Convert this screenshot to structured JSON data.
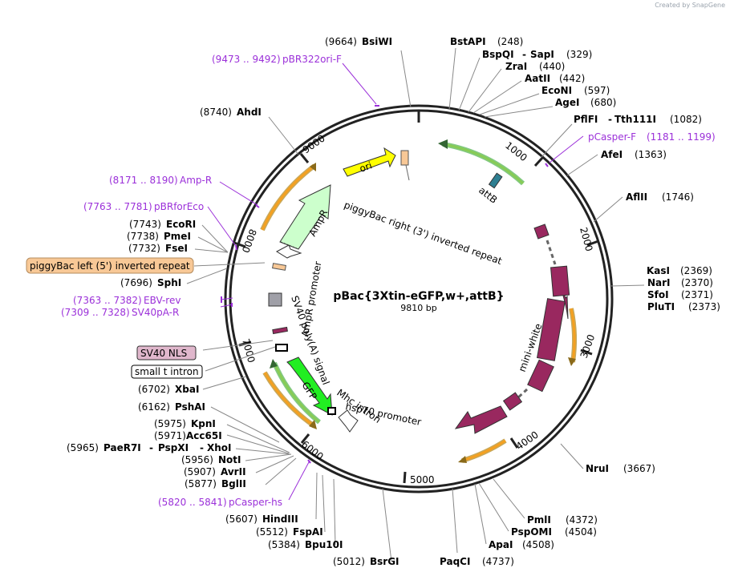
{
  "credit": "Created by SnapGene",
  "plasmid": {
    "name": "pBac{3Xtin-eGFP,w+,attB}",
    "size": "9810 bp",
    "total_bp": 9810
  },
  "ticks": [
    "1000",
    "2000",
    "3000",
    "4000",
    "5000",
    "6000",
    "7000",
    "8000",
    "9000"
  ],
  "colors": {
    "primer": "#9b30d9",
    "ori": "#ffff00",
    "ampr": "#ccffcc",
    "gfp": "#22ee22",
    "miniwhite": "#99285f",
    "attb": "#2e7f92",
    "itr": "#f8c896",
    "ruler": "#222222"
  },
  "features": [
    {
      "id": "ori",
      "label": "ori"
    },
    {
      "id": "attb",
      "label": "attB"
    },
    {
      "id": "itr-right",
      "label": "piggyBac right (3') inverted repeat"
    },
    {
      "id": "ampr",
      "label": "AmpR"
    },
    {
      "id": "ampr-promoter",
      "label": "AmpR promoter"
    },
    {
      "id": "sv40-polya",
      "label": "SV40 poly(A) signal"
    },
    {
      "id": "gfp",
      "label": "GFP"
    },
    {
      "id": "mhc-intron",
      "label": "Mhc intron"
    },
    {
      "id": "hsp70",
      "label": "hsp70 promoter"
    },
    {
      "id": "mini-white",
      "label": "mini-white"
    }
  ],
  "sites": [
    {
      "id": "bsiwi",
      "pos": "(9664)",
      "name": "BsiWI"
    },
    {
      "id": "bstapi",
      "name": "BstAPI",
      "pos": "(248)"
    },
    {
      "id": "bspqi",
      "name": "BspQI",
      "name2": "SapI",
      "pos": "(329)"
    },
    {
      "id": "zrai",
      "name": "ZraI",
      "pos": "(440)"
    },
    {
      "id": "aatii",
      "name": "AatII",
      "pos": "(442)"
    },
    {
      "id": "econi",
      "name": "EcoNI",
      "pos": "(597)"
    },
    {
      "id": "agei",
      "name": "AgeI",
      "pos": "(680)"
    },
    {
      "id": "pflfi",
      "name": "PflFI",
      "name2": "Tth111I",
      "pos": "(1082)"
    },
    {
      "id": "afei",
      "name": "AfeI",
      "pos": "(1363)"
    },
    {
      "id": "aflii",
      "name": "AflII",
      "pos": "(1746)"
    },
    {
      "id": "kasi",
      "name": "KasI",
      "pos": "(2369)"
    },
    {
      "id": "nari",
      "name": "NarI",
      "pos": "(2370)"
    },
    {
      "id": "sfoi",
      "name": "SfoI",
      "pos": "(2371)"
    },
    {
      "id": "pluti",
      "name": "PluTI",
      "pos": "(2373)"
    },
    {
      "id": "nrui",
      "name": "NruI",
      "pos": "(3667)"
    },
    {
      "id": "pmli",
      "name": "PmlI",
      "pos": "(4372)"
    },
    {
      "id": "pspomi",
      "name": "PspOMI",
      "pos": "(4504)"
    },
    {
      "id": "apai",
      "name": "ApaI",
      "pos": "(4508)"
    },
    {
      "id": "paqci",
      "name": "PaqCI",
      "pos": "(4737)"
    },
    {
      "id": "bsrgi",
      "pos": "(5012)",
      "name": "BsrGI"
    },
    {
      "id": "bpu10i",
      "pos": "(5384)",
      "name": "Bpu10I"
    },
    {
      "id": "fspai",
      "pos": "(5512)",
      "name": "FspAI"
    },
    {
      "id": "hindiii",
      "pos": "(5607)",
      "name": "HindIII"
    },
    {
      "id": "bglii",
      "pos": "(5877)",
      "name": "BglII"
    },
    {
      "id": "avrii",
      "pos": "(5907)",
      "name": "AvrII"
    },
    {
      "id": "noti",
      "pos": "(5956)",
      "name": "NotI"
    },
    {
      "id": "paer7i",
      "pos": "(5965)",
      "name": "PaeR7I",
      "name2": "PspXI",
      "name3": "XhoI"
    },
    {
      "id": "acc65i",
      "pos": "(5971)",
      "name": "Acc65I"
    },
    {
      "id": "kpni",
      "pos": "(5975)",
      "name": "KpnI"
    },
    {
      "id": "pshai",
      "pos": "(6162)",
      "name": "PshAI"
    },
    {
      "id": "xbai",
      "pos": "(6702)",
      "name": "XbaI"
    },
    {
      "id": "sphi",
      "pos": "(7696)",
      "name": "SphI"
    },
    {
      "id": "fsei",
      "pos": "(7732)",
      "name": "FseI"
    },
    {
      "id": "pmei",
      "pos": "(7738)",
      "name": "PmeI"
    },
    {
      "id": "ecori",
      "pos": "(7743)",
      "name": "EcoRI"
    },
    {
      "id": "ahdi",
      "pos": "(8740)",
      "name": "AhdI"
    }
  ],
  "primers": [
    {
      "id": "pbr322ori-f",
      "range": "(9473 .. 9492)",
      "name": "pBR322ori-F"
    },
    {
      "id": "pcasper-f",
      "name": "pCasper-F",
      "range": "(1181 .. 1199)"
    },
    {
      "id": "amp-r",
      "range": "(8171 .. 8190)",
      "name": "Amp-R"
    },
    {
      "id": "pbrforeco",
      "range": "(7763 .. 7781)",
      "name": "pBRforEco"
    },
    {
      "id": "ebv-rev",
      "range": "(7363 .. 7382)",
      "name": "EBV-rev"
    },
    {
      "id": "sv40pa-r",
      "range": "(7309 .. 7328)",
      "name": "SV40pA-R"
    },
    {
      "id": "pcasper-hs",
      "range": "(5820 .. 5841)",
      "name": "pCasper-hs"
    }
  ],
  "boxed_labels": [
    {
      "id": "itr-left",
      "label": "piggyBac left (5') inverted repeat"
    },
    {
      "id": "sv40-nls",
      "label": "SV40 NLS"
    },
    {
      "id": "small-t-intron",
      "label": "small t intron"
    }
  ]
}
